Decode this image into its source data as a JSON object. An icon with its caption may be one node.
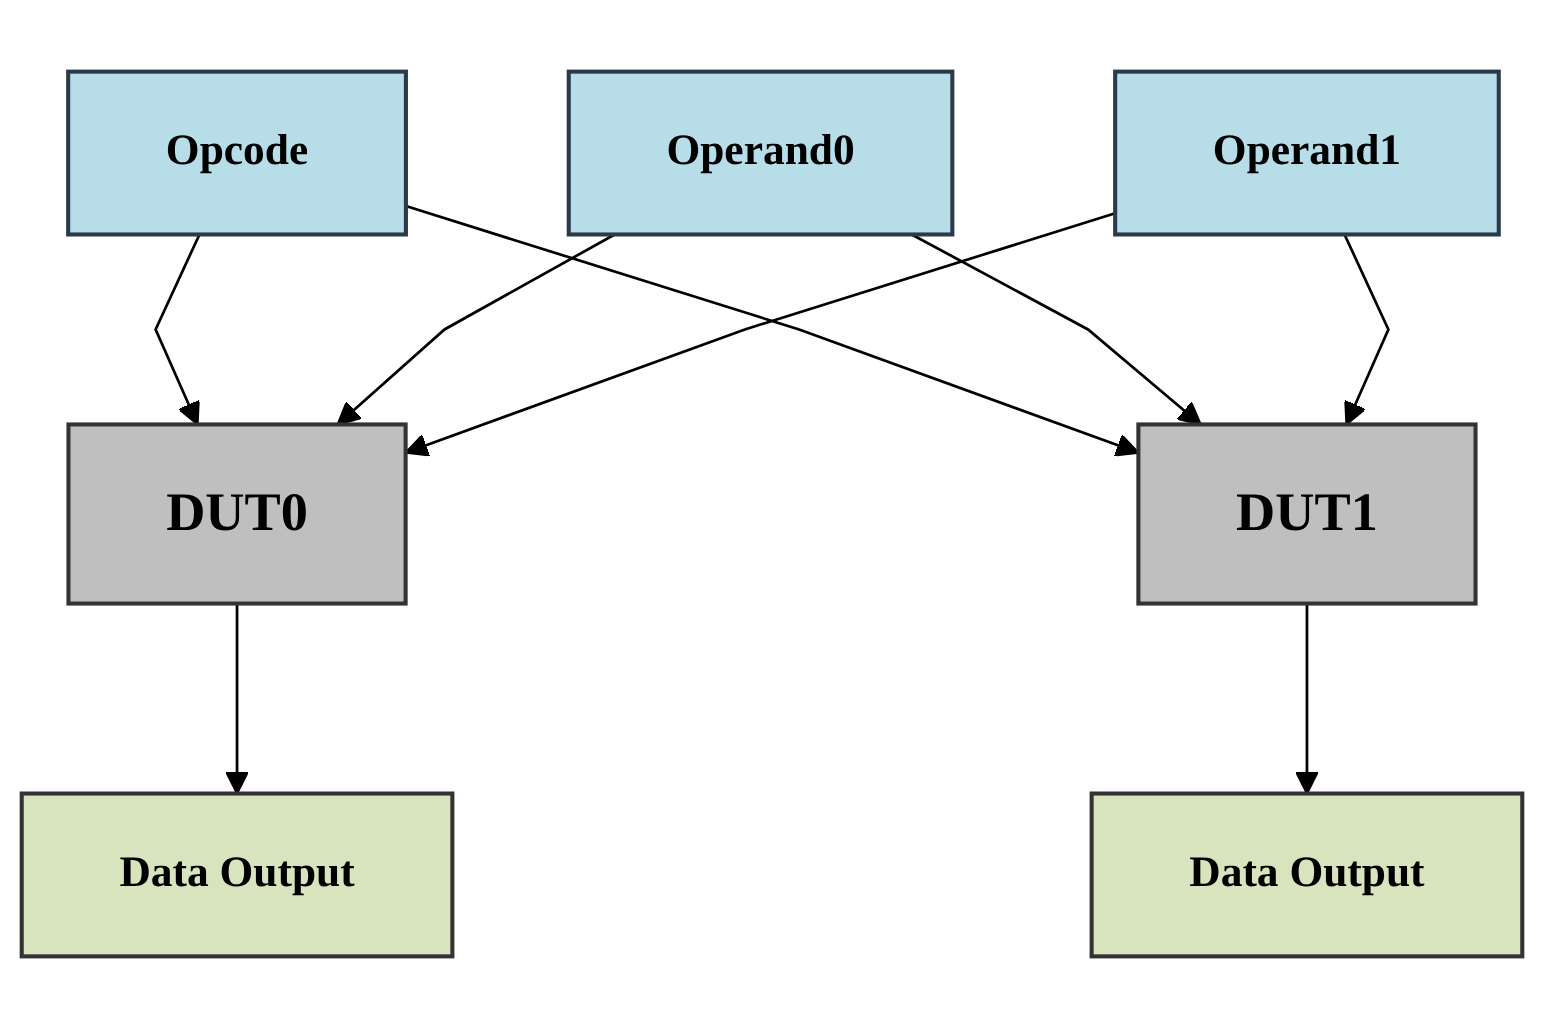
{
  "diagram": {
    "nodes": [
      {
        "text": [
          "Opcode"
        ]
      },
      {
        "text": [
          "Operand0"
        ]
      },
      {
        "text": [
          "Operand1"
        ]
      },
      {
        "text": [
          "DUT0"
        ]
      },
      {
        "text": [
          "DUT1"
        ]
      },
      {
        "text": [
          "Data Output"
        ]
      },
      {
        "text": [
          "Data Output"
        ]
      }
    ],
    "edges": [
      {
        "from": 0,
        "to": 3,
        "arrow": "to"
      },
      {
        "from": 0,
        "to": 4,
        "arrow": "to"
      },
      {
        "from": 1,
        "to": 3,
        "arrow": "to"
      },
      {
        "from": 1,
        "to": 4,
        "arrow": "to"
      },
      {
        "from": 2,
        "to": 3,
        "arrow": "to"
      },
      {
        "from": 2,
        "to": 4,
        "arrow": "to"
      },
      {
        "from": 3,
        "to": 5,
        "arrow": "to"
      },
      {
        "from": 4,
        "to": 6,
        "arrow": "to"
      }
    ]
  }
}
